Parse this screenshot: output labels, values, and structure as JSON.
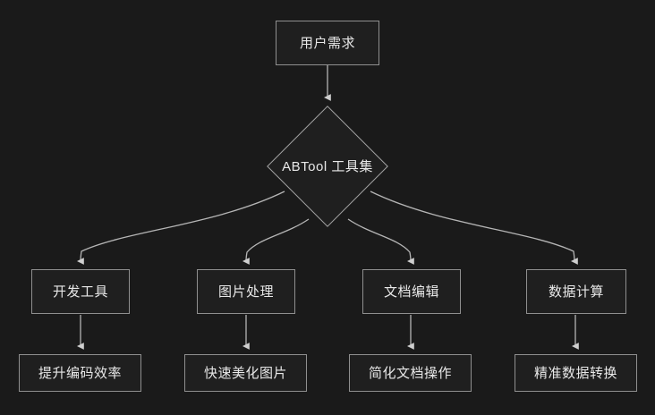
{
  "diagram": {
    "type": "flowchart",
    "direction": "top-down",
    "background_color": "#1a1a1a",
    "node_fill_color": "#1f1f1f",
    "node_border_color": "#8f8f8f",
    "text_color": "#e8e8e8",
    "edge_color": "#b5b5b5",
    "root": {
      "label": "用户需求",
      "shape": "rectangle"
    },
    "hub": {
      "label": "ABTool 工具集",
      "shape": "diamond"
    },
    "categories": [
      {
        "label": "开发工具",
        "shape": "rectangle"
      },
      {
        "label": "图片处理",
        "shape": "rectangle"
      },
      {
        "label": "文档编辑",
        "shape": "rectangle"
      },
      {
        "label": "数据计算",
        "shape": "rectangle"
      }
    ],
    "outcomes": [
      {
        "label": "提升编码效率",
        "shape": "rectangle"
      },
      {
        "label": "快速美化图片",
        "shape": "rectangle"
      },
      {
        "label": "简化文档操作",
        "shape": "rectangle"
      },
      {
        "label": "精准数据转换",
        "shape": "rectangle"
      }
    ]
  }
}
